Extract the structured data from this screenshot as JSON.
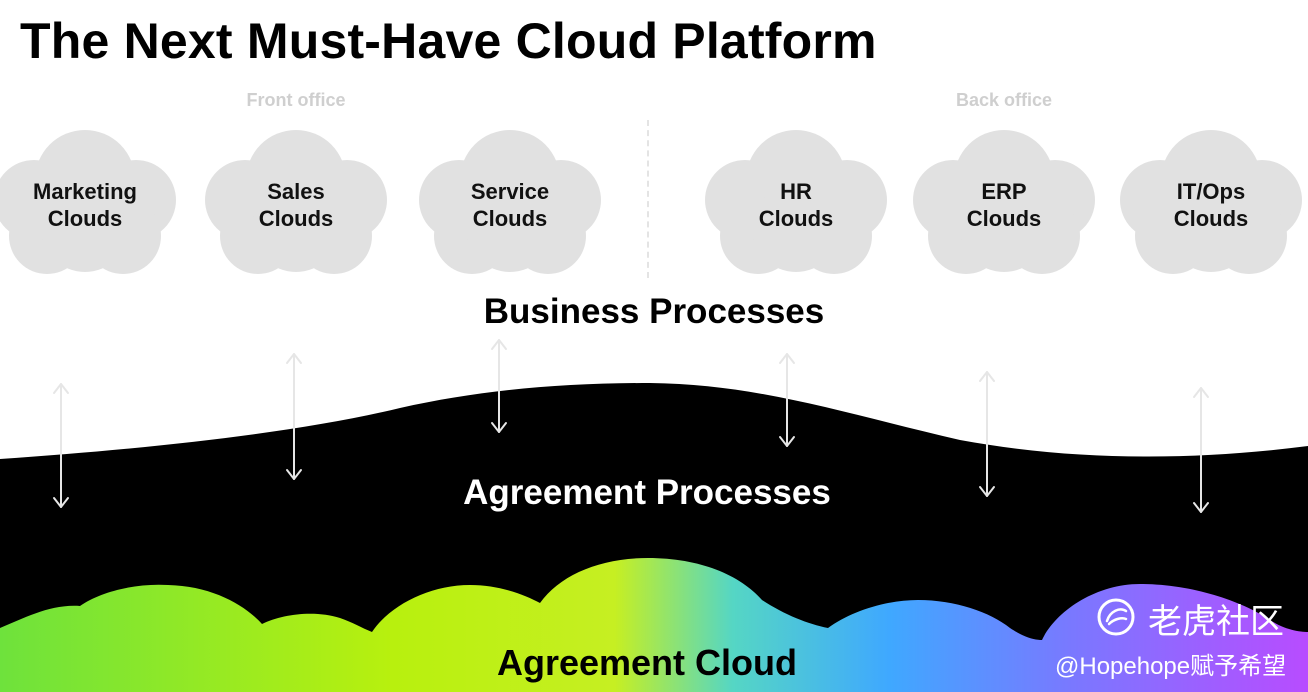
{
  "title": "The Next Must-Have Cloud Platform",
  "sections": {
    "front_office": "Front office",
    "back_office": "Back office"
  },
  "clouds": {
    "marketing": {
      "line1": "Marketing",
      "line2": "Clouds"
    },
    "sales": {
      "line1": "Sales",
      "line2": "Clouds"
    },
    "service": {
      "line1": "Service",
      "line2": "Clouds"
    },
    "hr": {
      "line1": "HR",
      "line2": "Clouds"
    },
    "erp": {
      "line1": "ERP",
      "line2": "Clouds"
    },
    "itops": {
      "line1": "IT/Ops",
      "line2": "Clouds"
    }
  },
  "layers": {
    "business": "Business Processes",
    "agreement_processes": "Agreement Processes",
    "agreement_cloud": "Agreement Cloud"
  },
  "watermark": {
    "name": "老虎社区",
    "handle": "@Hopehope赋予希望"
  },
  "colors": {
    "cloud_fill": "#e1e1e1",
    "black_layer": "#000000",
    "gradient_left": "#7ee83a",
    "gradient_mid": "#c0f20c",
    "gradient_teal": "#4fd4c8",
    "gradient_right": "#b24dff",
    "section_label": "#cfcfcf"
  }
}
